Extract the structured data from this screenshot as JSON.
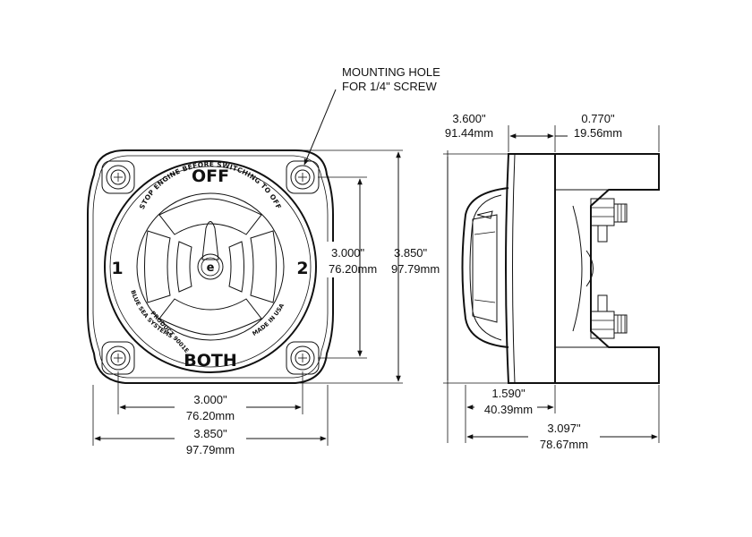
{
  "callout": {
    "line1": "MOUNTING HOLE",
    "line2": "FOR 1/4\" SCREW"
  },
  "front_view": {
    "label_top": "OFF",
    "label_bottom": "BOTH",
    "position_left": "1",
    "position_right": "2",
    "arc_text_top": "STOP ENGINE BEFORE SWITCHING TO OFF",
    "arc_text_brand": "BLUE SEA SYSTEMS",
    "arc_text_product": "PRODUCT 9001E",
    "arc_text_made": "MADE IN USA",
    "logo_letter": "e"
  },
  "dimensions": {
    "front_hole_spacing_vertical": {
      "in": "3.000\"",
      "mm": "76.20mm"
    },
    "front_height": {
      "in": "3.850\"",
      "mm": "97.79mm"
    },
    "front_hole_spacing_horizontal": {
      "in": "3.000\"",
      "mm": "76.20mm"
    },
    "front_width": {
      "in": "3.850\"",
      "mm": "97.79mm"
    },
    "side_3600": {
      "in": "3.600\"",
      "mm": "91.44mm"
    },
    "side_0770": {
      "in": "0.770\"",
      "mm": "19.56mm"
    },
    "side_1590": {
      "in": "1.590\"",
      "mm": "40.39mm"
    },
    "side_3097": {
      "in": "3.097\"",
      "mm": "78.67mm"
    }
  }
}
